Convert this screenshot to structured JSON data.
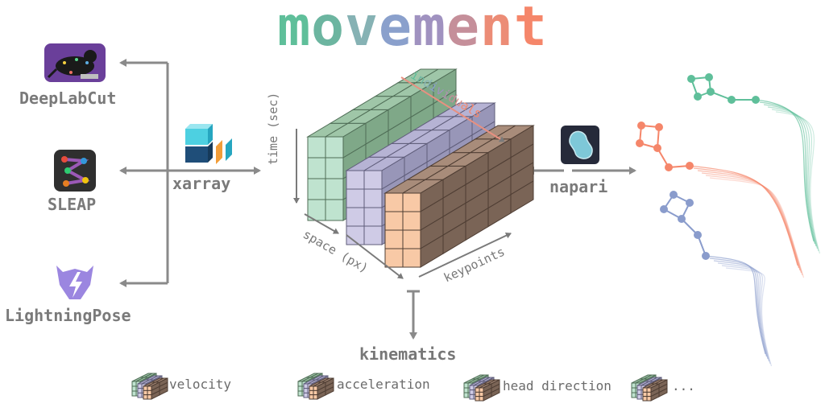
{
  "title": {
    "letters": [
      "m",
      "o",
      "v",
      "e",
      "m",
      "e",
      "n",
      "t"
    ],
    "colors": [
      "#5fbf9a",
      "#6cb5a0",
      "#86b2b4",
      "#8aa0cc",
      "#a092c0",
      "#c58f9a",
      "#ec8c76",
      "#f5866a"
    ]
  },
  "sources": [
    {
      "label": "DeepLabCut",
      "icon": "deeplabcut-mouse-icon"
    },
    {
      "label": "SLEAP",
      "icon": "sleap-icon"
    },
    {
      "label": "LightningPose",
      "icon": "lightningpose-icon"
    }
  ],
  "xarray_label": "xarray",
  "napari_label": "napari",
  "cube_axes": {
    "time": "time (sec)",
    "space": "space (px)",
    "keypoints": "keypoints",
    "individuals": "individuals"
  },
  "kinematics": {
    "title": "kinematics",
    "items": [
      "velocity",
      "acceleration",
      "head direction",
      "..."
    ]
  },
  "colors": {
    "arrow": "#8a8a8a",
    "green": "#5fbf9a",
    "orange": "#f5866a",
    "blue": "#8a9ccc"
  }
}
